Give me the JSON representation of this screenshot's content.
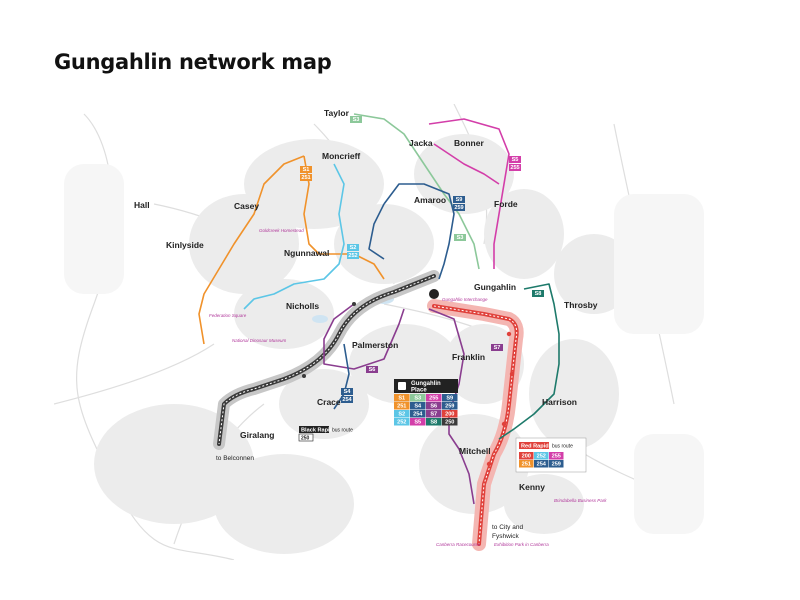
{
  "title": "Gungahlin network map",
  "colors": {
    "orange": "#f0922b",
    "lightblue": "#5cc6e6",
    "navy": "#2d5d8f",
    "green": "#8cc89a",
    "magenta": "#d33ea9",
    "purple": "#8a3d8f",
    "darkgreen": "#1e7a6b",
    "red": "#e0413b",
    "blackrapid": "#3b3b3b"
  },
  "suburbs": [
    "Taylor",
    "Jacka",
    "Bonner",
    "Moncrieff",
    "Hall",
    "Casey",
    "Amaroo",
    "Forde",
    "Kinlyside",
    "Ngunnawal",
    "Gungahlin",
    "Throsby",
    "Nicholls",
    "Palmerston",
    "Franklin",
    "Crace",
    "Harrison",
    "Giralang",
    "Mitchell",
    "Kenny"
  ],
  "destinations": {
    "belconnen": "to Belconnen",
    "city_line1": "to City and",
    "city_line2": "Fyshwick"
  },
  "route_badges": [
    {
      "label": "S3",
      "color": "#8cc89a"
    },
    {
      "label": "S1",
      "color": "#f0922b"
    },
    {
      "label": "251",
      "color": "#f0922b"
    },
    {
      "label": "S5",
      "color": "#d33ea9"
    },
    {
      "label": "255",
      "color": "#d33ea9"
    },
    {
      "label": "S9",
      "color": "#2d5d8f"
    },
    {
      "label": "259",
      "color": "#2d5d8f"
    },
    {
      "label": "S2",
      "color": "#5cc6e6"
    },
    {
      "label": "252",
      "color": "#5cc6e6"
    },
    {
      "label": "S6",
      "color": "#8a3d8f"
    },
    {
      "label": "S7",
      "color": "#8a3d8f"
    },
    {
      "label": "S8",
      "color": "#1e7a6b"
    },
    {
      "label": "S4",
      "color": "#2d5d8f"
    },
    {
      "label": "254",
      "color": "#2d5d8f"
    },
    {
      "label": "S3",
      "color": "#8cc89a"
    }
  ],
  "hub": {
    "title_line1": "Gungahlin",
    "title_line2": "Place",
    "grid": [
      [
        {
          "t": "S1",
          "c": "#f0922b"
        },
        {
          "t": "S3",
          "c": "#8cc89a"
        },
        {
          "t": "255",
          "c": "#d33ea9"
        },
        {
          "t": "S9",
          "c": "#2d5d8f"
        }
      ],
      [
        {
          "t": "251",
          "c": "#f0922b"
        },
        {
          "t": "S4",
          "c": "#2d5d8f"
        },
        {
          "t": "S6",
          "c": "#8a3d8f"
        },
        {
          "t": "259",
          "c": "#2d5d8f"
        }
      ],
      [
        {
          "t": "S2",
          "c": "#5cc6e6"
        },
        {
          "t": "254",
          "c": "#2d5d8f"
        },
        {
          "t": "S7",
          "c": "#8a3d8f"
        },
        {
          "t": "200",
          "c": "#e0413b"
        }
      ],
      [
        {
          "t": "252",
          "c": "#5cc6e6"
        },
        {
          "t": "S5",
          "c": "#d33ea9"
        },
        {
          "t": "S8",
          "c": "#1e7a6b"
        },
        {
          "t": "250",
          "c": "#3b3b3b"
        }
      ]
    ]
  },
  "black_rapid_legend": {
    "brand": "Black Rapid",
    "suffix": "bus route",
    "route": "250"
  },
  "red_rapid_legend": {
    "brand": "Red Rapid",
    "suffix": "bus route",
    "grid": [
      [
        {
          "t": "200",
          "c": "#e0413b"
        },
        {
          "t": "252",
          "c": "#5cc6e6"
        },
        {
          "t": "255",
          "c": "#d33ea9"
        }
      ],
      [
        {
          "t": "251",
          "c": "#f0922b"
        },
        {
          "t": "254",
          "c": "#2d5d8f"
        },
        {
          "t": "259",
          "c": "#2d5d8f"
        }
      ]
    ]
  },
  "places": {
    "gungahlin_interchange": "Gungahlin Interchange",
    "goldcreek": "Goldcreek Homestead",
    "federation_square": "Federation Square",
    "national_dinosaur_museum": "National Dinosaur Museum",
    "canberra_racecourse": "Canberra Racecourse",
    "exhibition_park": "Exhibition Park in Canberra",
    "brindabella": "Brindabella Business Park"
  }
}
